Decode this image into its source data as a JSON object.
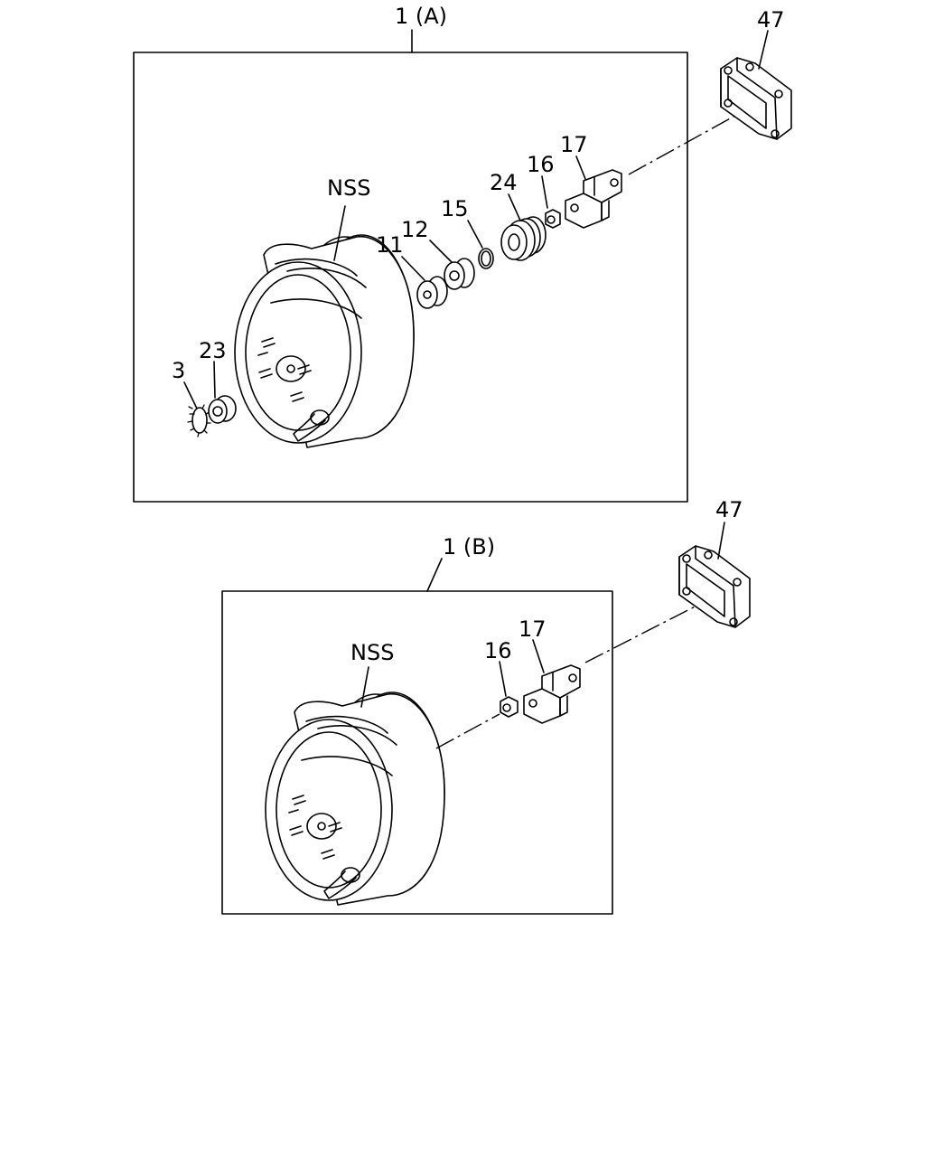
{
  "assemblies": [
    {
      "title": "1 (A)",
      "callouts": {
        "booster": "NSS",
        "ring": "3",
        "seal": "23",
        "washer_a": "11",
        "washer_b": "12",
        "ring_small": "15",
        "boot": "24",
        "nut": "16",
        "clevis": "17",
        "bracket": "47"
      }
    },
    {
      "title": "1 (B)",
      "callouts": {
        "booster": "NSS",
        "nut": "16",
        "clevis": "17",
        "bracket": "47"
      }
    }
  ]
}
